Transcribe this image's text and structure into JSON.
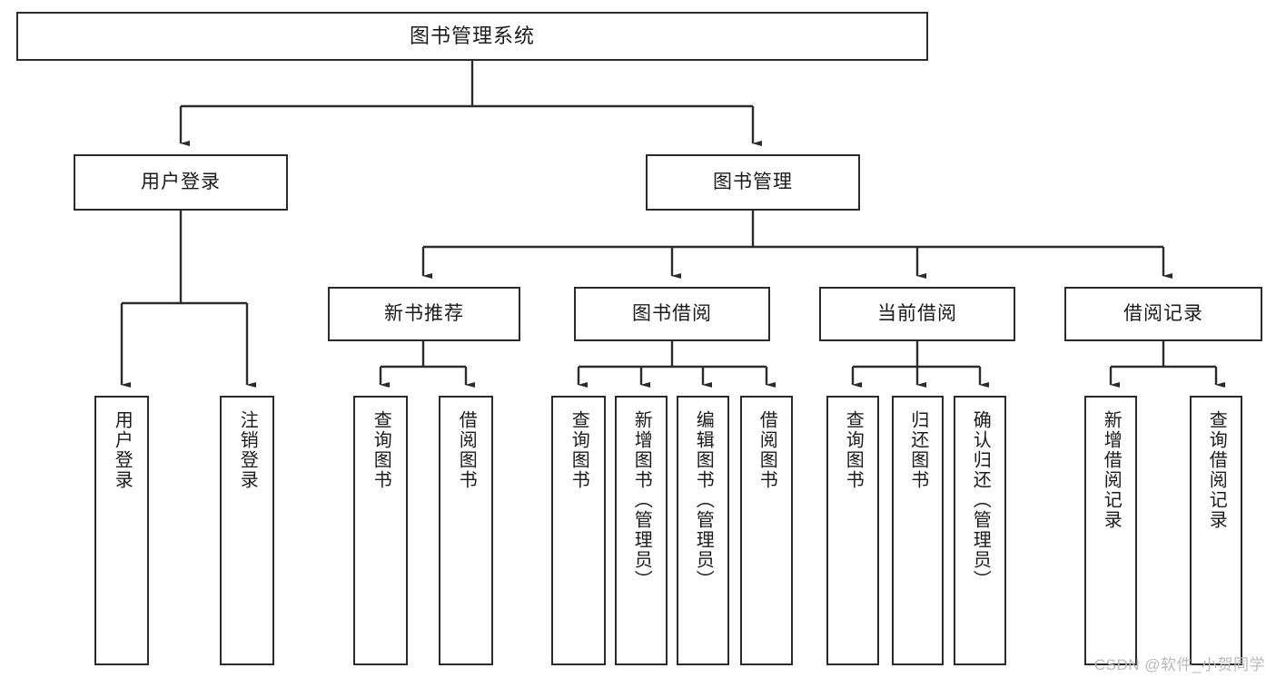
{
  "diagram": {
    "title": "图书管理系统",
    "type": "tree-hierarchy-diagram",
    "root": {
      "label": "图书管理系统"
    },
    "level2": [
      {
        "label": "用户登录"
      },
      {
        "label": "图书管理"
      }
    ],
    "level3": [
      {
        "label": "新书推荐"
      },
      {
        "label": "图书借阅"
      },
      {
        "label": "当前借阅"
      },
      {
        "label": "借阅记录"
      }
    ],
    "leaves": {
      "user_login": [
        {
          "label": "用户登录"
        },
        {
          "label": "注销登录"
        }
      ],
      "new_book_recommend": [
        {
          "label": "查询图书"
        },
        {
          "label": "借阅图书"
        }
      ],
      "book_borrow": [
        {
          "label": "查询图书"
        },
        {
          "label": "新增图书（管理员）"
        },
        {
          "label": "编辑图书（管理员）"
        },
        {
          "label": "借阅图书"
        }
      ],
      "current_borrow": [
        {
          "label": "查询图书"
        },
        {
          "label": "归还图书"
        },
        {
          "label": "确认归还（管理员）"
        }
      ],
      "borrow_record": [
        {
          "label": "新增借阅记录"
        },
        {
          "label": "查询借阅记录"
        }
      ]
    }
  },
  "watermark": {
    "text": "CSDN @软件_小贺同学"
  },
  "colors": {
    "stroke": "#2b2b2b",
    "text": "#1b1b1b",
    "background": "#ffffff",
    "watermark": "#b9b9b9"
  }
}
